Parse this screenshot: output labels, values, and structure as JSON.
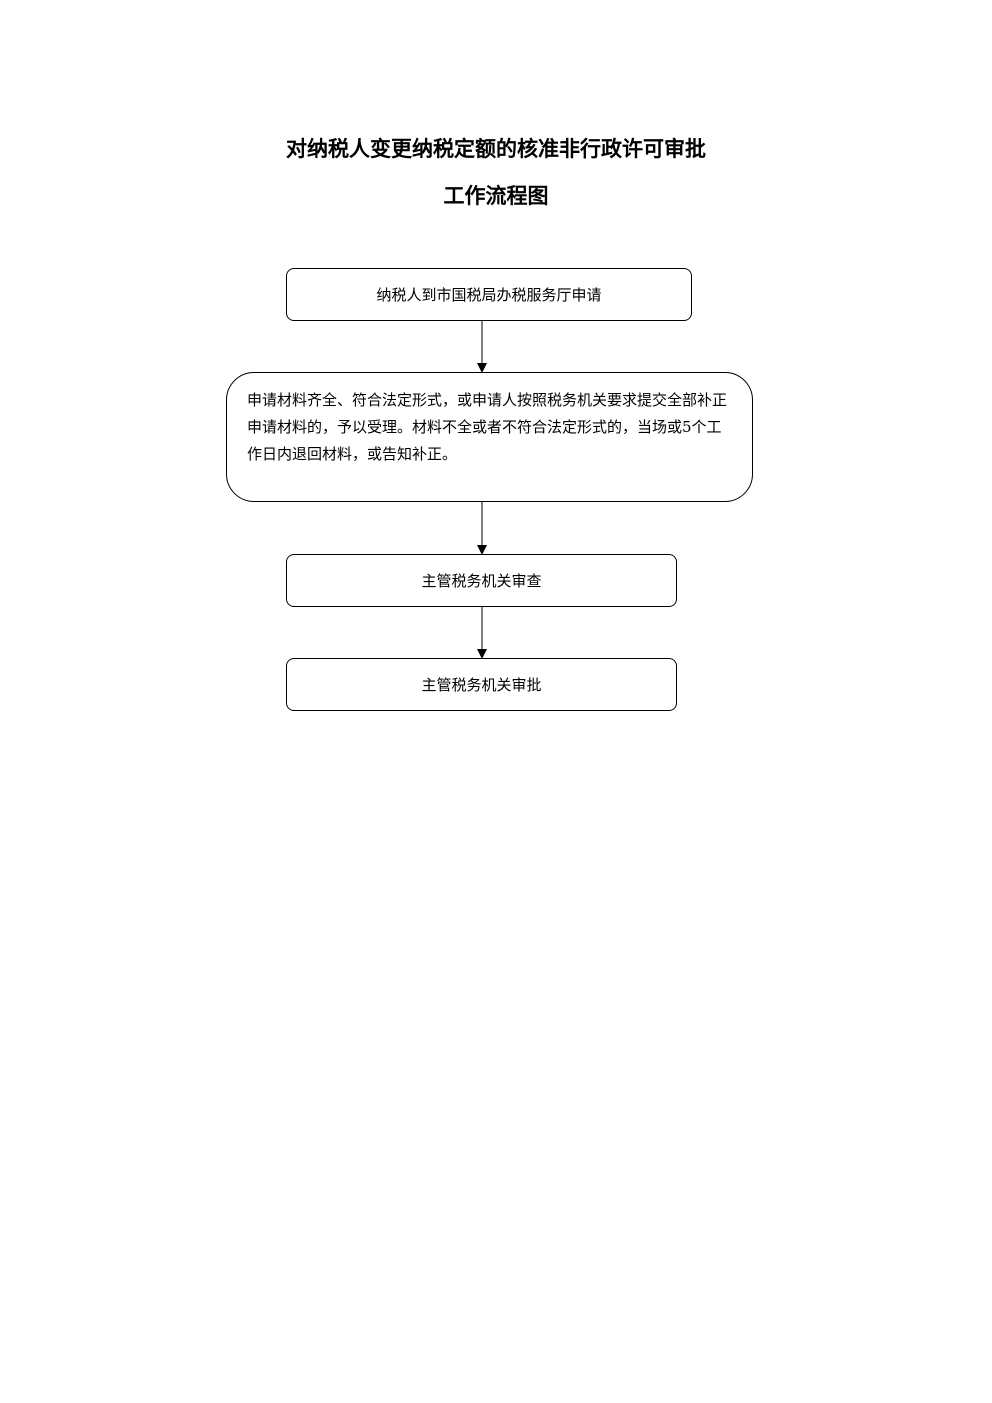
{
  "title": {
    "line1": "对纳税人变更纳税定额的核准非行政许可审批",
    "line2": "工作流程图"
  },
  "flow": {
    "steps": [
      {
        "text": "纳税人到市国税局办税服务厅申请"
      },
      {
        "text": "申请材料齐全、符合法定形式，或申请人按照税务机关要求提交全部补正申请材料的，予以受理。材料不全或者不符合法定形式的，当场或5个工作日内退回材料，或告知补正。"
      },
      {
        "text": "主管税务机关审查"
      },
      {
        "text": "主管税务机关审批"
      }
    ]
  },
  "colors": {
    "line": "#000000",
    "background": "#ffffff"
  }
}
